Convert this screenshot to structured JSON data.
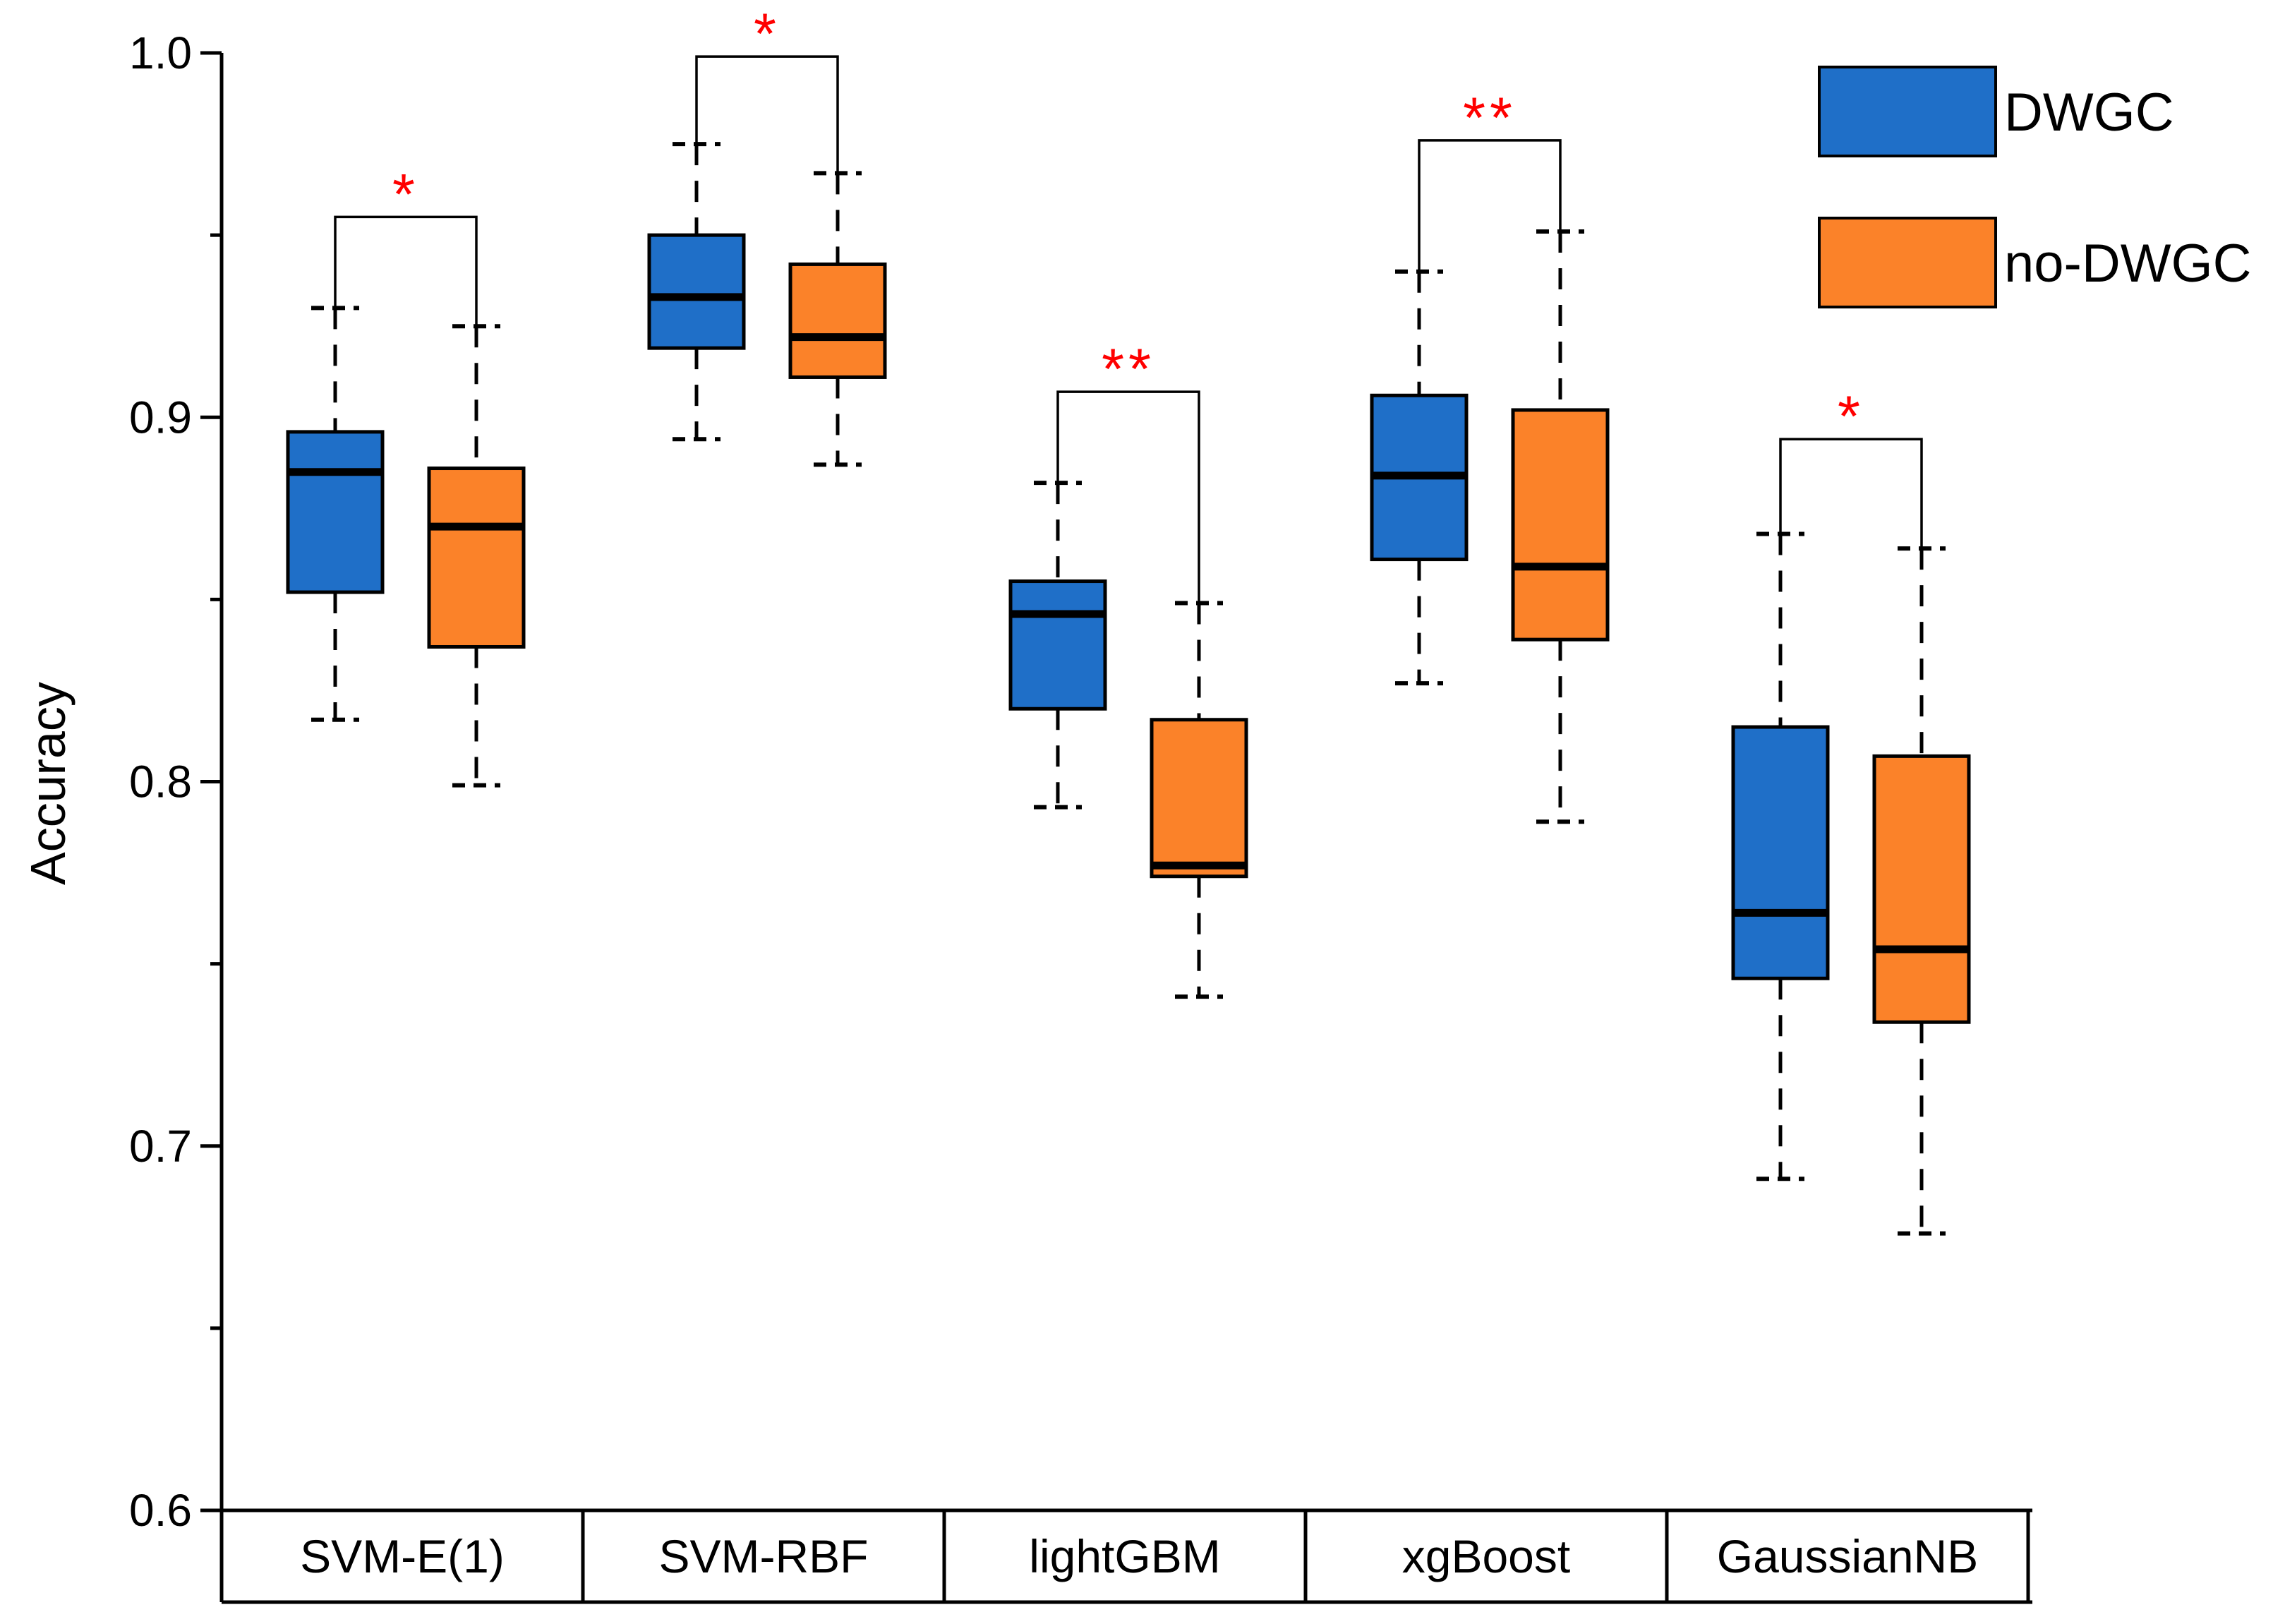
{
  "chart_data": {
    "type": "box",
    "title": "",
    "xlabel": "",
    "ylabel": "Accuracy",
    "ylim": [
      0.6,
      1.0
    ],
    "yticks": [
      {
        "value": 0.6,
        "label": "0.6"
      },
      {
        "value": 0.7,
        "label": "0.7"
      },
      {
        "value": 0.8,
        "label": "0.8"
      },
      {
        "value": 0.9,
        "label": "0.9"
      },
      {
        "value": 1.0,
        "label": "1.0"
      }
    ],
    "y_minor_ticks": [
      0.65,
      0.75,
      0.85,
      0.95
    ],
    "categories": [
      "SVM-E(1)",
      "SVM-RBF",
      "lightGBM",
      "xgBoost",
      "GaussianNB"
    ],
    "legend_position": "top-right",
    "series": [
      {
        "name": "DWGC",
        "color": "#1f6fc8",
        "boxes": [
          {
            "whisker_low": 0.817,
            "q1": 0.852,
            "median": 0.885,
            "q3": 0.896,
            "whisker_high": 0.93
          },
          {
            "whisker_low": 0.894,
            "q1": 0.919,
            "median": 0.933,
            "q3": 0.95,
            "whisker_high": 0.975
          },
          {
            "whisker_low": 0.793,
            "q1": 0.82,
            "median": 0.846,
            "q3": 0.855,
            "whisker_high": 0.882
          },
          {
            "whisker_low": 0.827,
            "q1": 0.861,
            "median": 0.884,
            "q3": 0.906,
            "whisker_high": 0.94
          },
          {
            "whisker_low": 0.691,
            "q1": 0.746,
            "median": 0.764,
            "q3": 0.815,
            "whisker_high": 0.868
          }
        ]
      },
      {
        "name": "no-DWGC",
        "color": "#fb8229",
        "boxes": [
          {
            "whisker_low": 0.799,
            "q1": 0.837,
            "median": 0.87,
            "q3": 0.886,
            "whisker_high": 0.925
          },
          {
            "whisker_low": 0.887,
            "q1": 0.911,
            "median": 0.922,
            "q3": 0.942,
            "whisker_high": 0.967
          },
          {
            "whisker_low": 0.741,
            "q1": 0.774,
            "median": 0.777,
            "q3": 0.817,
            "whisker_high": 0.849
          },
          {
            "whisker_low": 0.789,
            "q1": 0.839,
            "median": 0.859,
            "q3": 0.902,
            "whisker_high": 0.951
          },
          {
            "whisker_low": 0.676,
            "q1": 0.734,
            "median": 0.754,
            "q3": 0.807,
            "whisker_high": 0.864
          }
        ]
      }
    ],
    "significance": [
      {
        "category": "SVM-E(1)",
        "label": "*",
        "bracket_y": 0.955
      },
      {
        "category": "SVM-RBF",
        "label": "*",
        "bracket_y": 0.999
      },
      {
        "category": "lightGBM",
        "label": "**",
        "bracket_y": 0.907
      },
      {
        "category": "xgBoost",
        "label": "**",
        "bracket_y": 0.976
      },
      {
        "category": "GaussianNB",
        "label": "*",
        "bracket_y": 0.894
      }
    ],
    "significance_color": "#ff0000"
  }
}
